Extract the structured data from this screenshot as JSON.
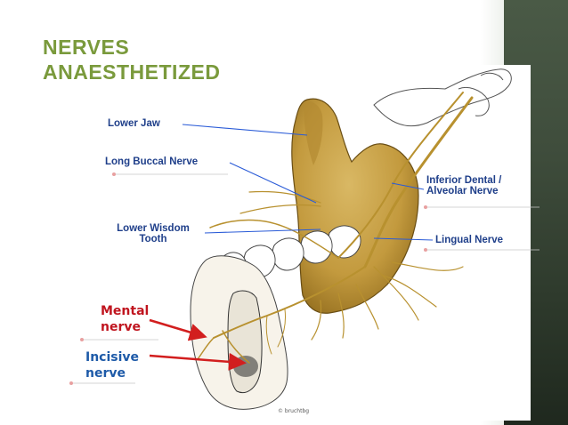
{
  "slide": {
    "title_line_1": "NERVES",
    "title_line_2": "ANAESTHETIZED",
    "title_color": "#7a9a3c"
  },
  "diagram": {
    "labels": {
      "lower_jaw": "Lower Jaw",
      "long_buccal_nerve": "Long Buccal Nerve",
      "lower_wisdom_tooth_line1": "Lower Wisdom",
      "lower_wisdom_tooth_line2": "Tooth",
      "inferior_dental_line1": "Inferior Dental /",
      "inferior_dental_line2": "Alveolar Nerve",
      "lingual_nerve": "Lingual Nerve"
    },
    "callouts": {
      "mental_line1": "Mental",
      "mental_line2": "nerve",
      "incisive_line1": "Incisive",
      "incisive_line2": "nerve"
    },
    "copyright": "© bruchtbg",
    "colors": {
      "bone": "#c9a24a",
      "bone_dark": "#8a6a1e",
      "nerve": "#b8912f",
      "label_text": "#1f3f8a",
      "leader_line": "#2a5bd7",
      "callout_red": "#c0151f",
      "callout_blue": "#1d5aa8",
      "arrow": "#d21e1e"
    }
  }
}
